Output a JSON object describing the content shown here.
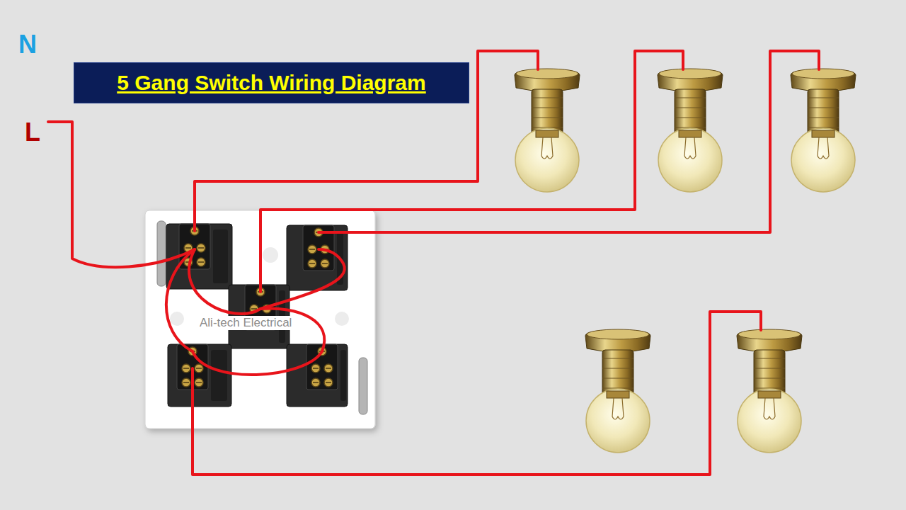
{
  "diagram": {
    "title": "5 Gang Switch Wiring Diagram",
    "labels": [
      "N",
      "L",
      "Ali-tech Electrical"
    ]
  }
}
